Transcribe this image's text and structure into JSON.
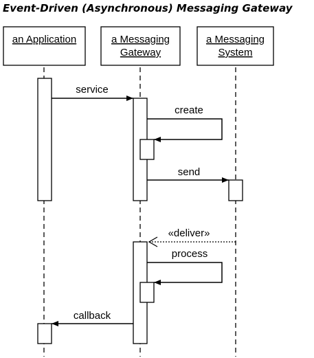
{
  "title": "Event-Driven (Asynchronous) Messaging Gateway",
  "participants": [
    {
      "id": "app",
      "line1": "an Application",
      "line2": ""
    },
    {
      "id": "gw",
      "line1": "a Messaging",
      "line2": "Gateway"
    },
    {
      "id": "sys",
      "line1": "a Messaging",
      "line2": "System"
    }
  ],
  "messages": {
    "service": "service",
    "create": "create",
    "send": "send",
    "deliver": "«deliver»",
    "process": "process",
    "callback": "callback"
  }
}
